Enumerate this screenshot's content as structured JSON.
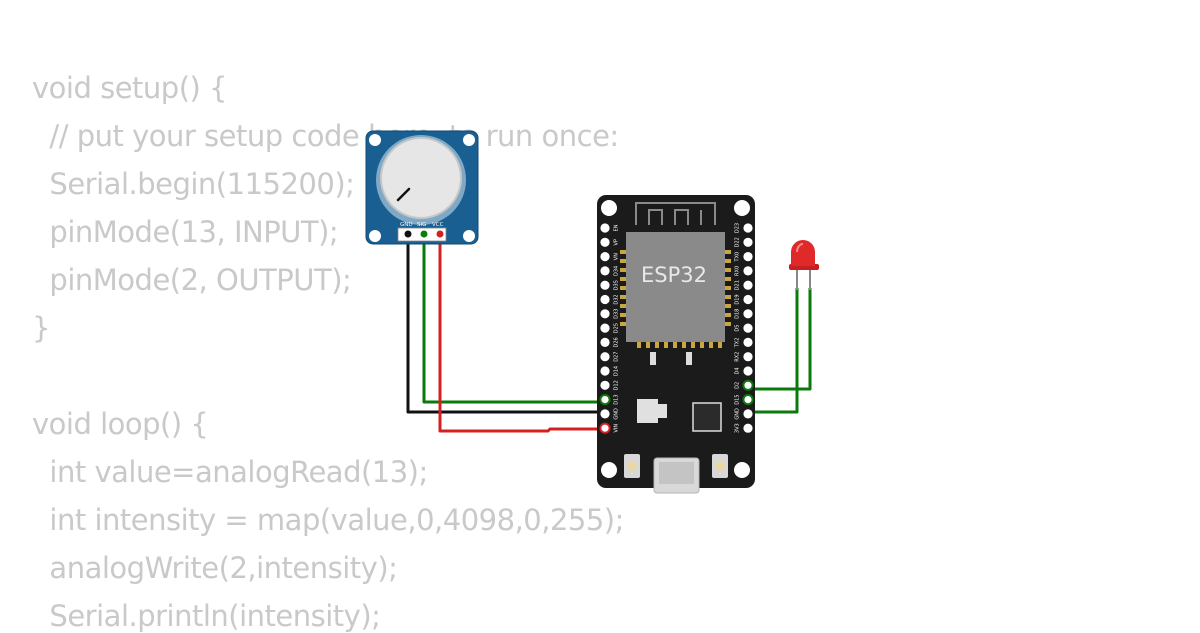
{
  "code": {
    "lines": [
      "void setup() {",
      "  // put your setup code here, to run once:",
      "  Serial.begin(115200);",
      "  pinMode(13, INPUT);",
      "  pinMode(2, OUTPUT);",
      "}",
      "",
      "void loop() {",
      "  int value=analogRead(13);",
      "  int intensity = map(value,0,4098,0,255);",
      "  analogWrite(2,intensity);",
      "  Serial.println(intensity);"
    ]
  },
  "board": {
    "chip_label": "ESP32",
    "left_pins": [
      "EN",
      "VP",
      "VN",
      "D34",
      "D35",
      "D32",
      "D33",
      "D25",
      "D26",
      "D27",
      "D14",
      "D12",
      "D13",
      "GND",
      "VIN"
    ],
    "right_pins": [
      "D23",
      "D22",
      "TX0",
      "RX0",
      "D21",
      "D19",
      "D18",
      "D5",
      "TX2",
      "RX2",
      "D4",
      "D2",
      "D15",
      "GND",
      "3V3"
    ]
  },
  "potentiometer": {
    "pins": [
      "GND",
      "SIG",
      "VCC"
    ]
  },
  "wires": {
    "colors": {
      "green": "#0a7a0a",
      "black": "#111111",
      "red": "#d42020"
    }
  },
  "led": {
    "color": "#e02a2a"
  }
}
